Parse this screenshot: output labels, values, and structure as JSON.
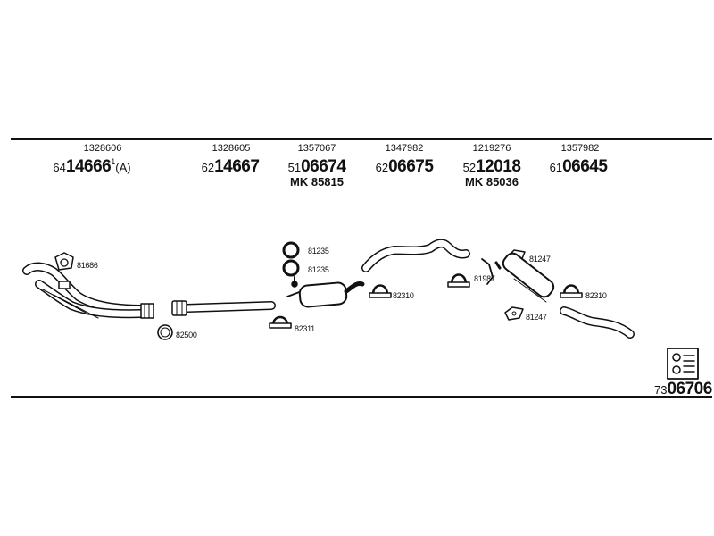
{
  "parts": [
    {
      "oem": "1328606",
      "prefix": "64",
      "main": "14666",
      "sup": "1",
      "suffix": "(A)",
      "mk": ""
    },
    {
      "oem": "1328605",
      "prefix": "62",
      "main": "14667",
      "sup": "",
      "suffix": "",
      "mk": ""
    },
    {
      "oem": "1357067",
      "prefix": "51",
      "main": "06674",
      "sup": "",
      "suffix": "",
      "mk": "MK  85815"
    },
    {
      "oem": "1347982",
      "prefix": "62",
      "main": "06675",
      "sup": "",
      "suffix": "",
      "mk": ""
    },
    {
      "oem": "1219276",
      "prefix": "52",
      "main": "12018",
      "sup": "",
      "suffix": "",
      "mk": "MK  85036"
    },
    {
      "oem": "1357982",
      "prefix": "61",
      "main": "06645",
      "sup": "",
      "suffix": "",
      "mk": ""
    }
  ],
  "labels": {
    "gasket_front": "81686",
    "ring_front": "82500",
    "ring_mid_1": "81235",
    "ring_mid_2": "81235",
    "clamp_mid": "82311",
    "clamp_center": "82310",
    "hanger_rear": "81987",
    "mount_upper": "81247",
    "mount_lower": "81247",
    "clamp_rear": "82310"
  },
  "reference": {
    "prefix": "73",
    "main": "06706"
  },
  "icons": {
    "kit_symbol": "kit-box-icon"
  }
}
